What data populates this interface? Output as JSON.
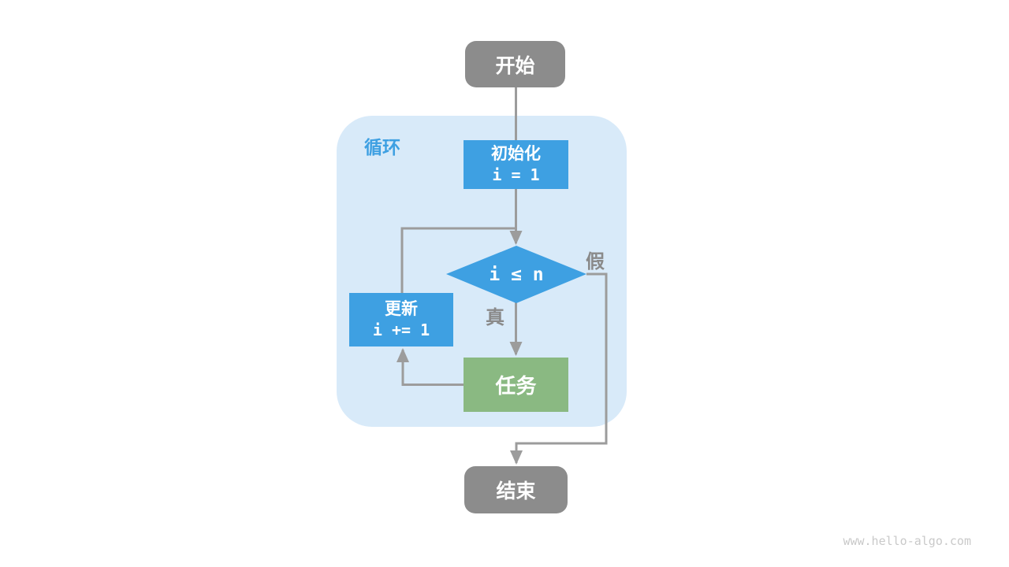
{
  "diagram": {
    "type": "flowchart",
    "loop_container": {
      "label": "循环"
    },
    "nodes": {
      "start": {
        "type": "terminal",
        "label": "开始"
      },
      "init": {
        "type": "process",
        "title": "初始化",
        "code": "i = 1"
      },
      "condition": {
        "type": "decision",
        "code": "i ≤ n"
      },
      "task": {
        "type": "process",
        "label": "任务"
      },
      "update": {
        "type": "process",
        "title": "更新",
        "code": "i += 1"
      },
      "end": {
        "type": "terminal",
        "label": "结束"
      }
    },
    "branches": {
      "true_label": "真",
      "false_label": "假"
    },
    "edges": [
      {
        "from": "start",
        "to": "init"
      },
      {
        "from": "init",
        "to": "condition"
      },
      {
        "from": "condition",
        "to": "task",
        "label": "真"
      },
      {
        "from": "condition",
        "to": "end",
        "label": "假"
      },
      {
        "from": "task",
        "to": "update"
      },
      {
        "from": "update",
        "to": "condition"
      }
    ],
    "colors": {
      "terminal_gray": "#8c8c8c",
      "process_blue": "#3ea0e2",
      "task_green": "#8ab982",
      "loop_container_blue": "#d8eaf9",
      "loop_label_blue": "#3ea0e2",
      "connector_gray": "#9c9c9c",
      "branch_label_gray": "#8a8a8a",
      "node_text_white": "#ffffff",
      "watermark_gray": "#c9c9c9",
      "background": "#ffffff"
    },
    "watermark": "www.hello-algo.com"
  }
}
